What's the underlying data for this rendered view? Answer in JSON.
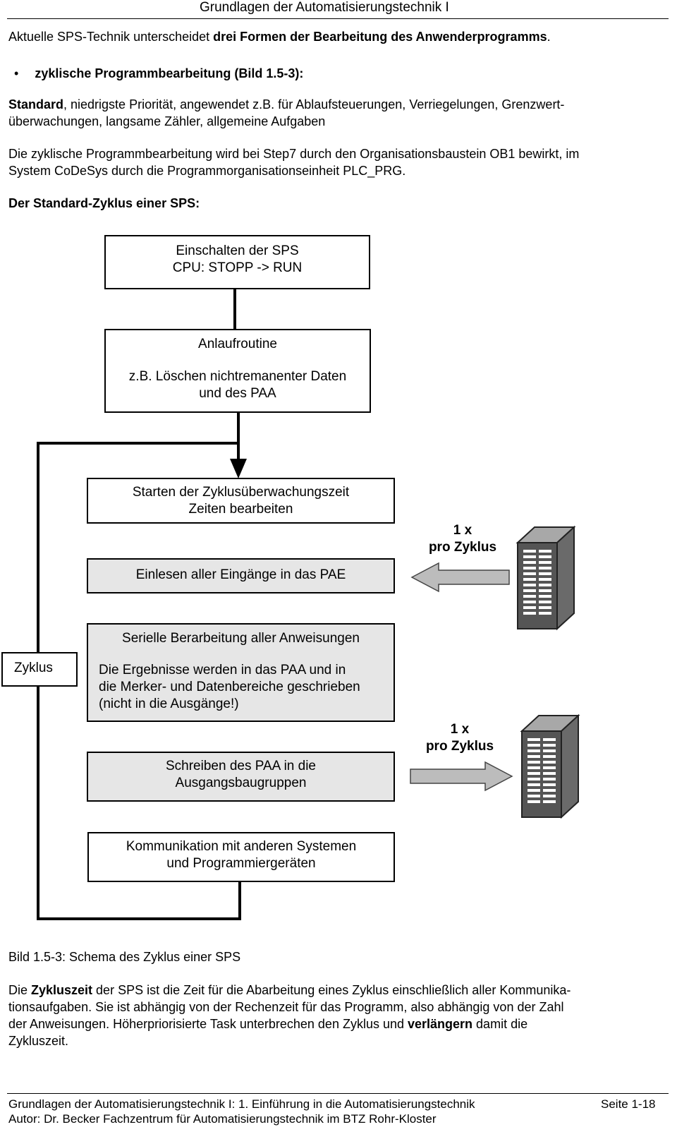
{
  "header": {
    "title": "Grundlagen der Automatisierungstechnik I"
  },
  "intro": {
    "line_start": "Aktuelle SPS-Technik unterscheidet ",
    "line_bold": "drei Formen der Bearbeitung des Anwenderprogramms",
    "line_end": "."
  },
  "bullet": {
    "symbol": "•",
    "text": "zyklische Programmbearbeitung (Bild 1.5-3):"
  },
  "standard": {
    "bold": "Standard",
    "text": ", niedrigste Priorität, angewendet z.B. für Ablaufsteuerungen, Verriegelungen, Grenzwert-",
    "text2": "überwachungen, langsame Zähler, allgemeine Aufgaben"
  },
  "para_ob1": {
    "line1": "Die zyklische Programmbearbeitung wird bei Step7 durch den Organisationsbaustein OB1 bewirkt, im",
    "line2": "System CoDeSys durch die Programmorganisationseinheit  PLC_PRG."
  },
  "section_heading": "Der Standard-Zyklus einer SPS:",
  "diagram": {
    "box_start": {
      "line1": "Einschalten der SPS",
      "line2": "CPU: STOPP -> RUN"
    },
    "box_anlauf": {
      "line1": "Anlaufroutine",
      "line2": "z.B. Löschen nichtremanenter Daten",
      "line3": "und des PAA"
    },
    "box_ueberwachung": {
      "line1": "Starten der Zyklusüberwachungszeit",
      "line2": "Zeiten bearbeiten"
    },
    "box_einlesen": {
      "line1": "Einlesen aller Eingänge in das PAE"
    },
    "box_seriell": {
      "line1": "Serielle Berarbeitung aller Anweisungen",
      "line2": "Die Ergebnisse werden in das PAA und in",
      "line3": "die Merker- und Datenbereiche geschrieben",
      "line4": "(nicht in die Ausgänge!)"
    },
    "box_schreiben": {
      "line1": "Schreiben des PAA in die",
      "line2": "Ausgangsbaugruppen"
    },
    "box_kommunikation": {
      "line1": "Kommunikation mit anderen Systemen",
      "line2": "und Programmiergeräten"
    },
    "label_zyklus": "Zyklus",
    "io_label_1": {
      "line1": "1 x",
      "line2": "pro Zyklus"
    },
    "io_label_2": {
      "line1": "1 x",
      "line2": "pro Zyklus"
    },
    "plc_icon_1": "plc-module-icon",
    "plc_icon_2": "plc-module-icon"
  },
  "caption": "Bild 1.5-3: Schema des Zyklus einer SPS",
  "zykluszeit": {
    "p1": "Die ",
    "p1_bold": "Zykluszeit",
    "p2": " der SPS ist die Zeit für die Abarbeitung eines Zyklus einschließlich aller Kommunika-",
    "line2": "tionsaufgaben. Sie ist abhängig von der Rechenzeit für das Programm, also abhängig von der Zahl",
    "line3_a": "der Anweisungen. Höherpriorisierte Task unterbrechen den Zyklus und ",
    "line3_bold": "verlängern",
    "line3_b": " damit die",
    "line4": "Zykluszeit."
  },
  "footer": {
    "left1": "Grundlagen der Automatisierungstechnik I: 1. Einführung in die Automatisierungstechnik",
    "right1": "Seite 1-18",
    "left2": "Autor: Dr. Becker Fachzentrum für Automatisierungstechnik im BTZ Rohr-Kloster"
  }
}
